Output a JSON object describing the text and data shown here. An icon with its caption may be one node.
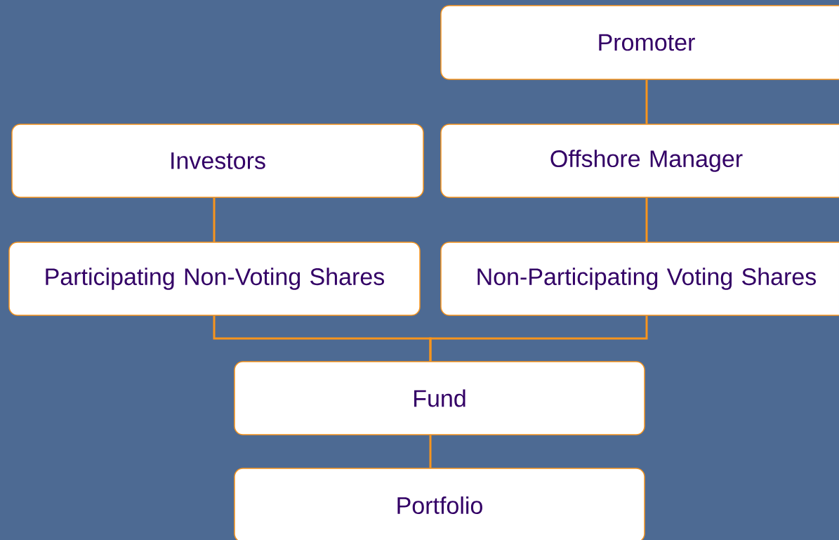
{
  "diagram": {
    "nodes": [
      {
        "text": [
          "Promoter"
        ]
      },
      {
        "text": [
          "Investors"
        ]
      },
      {
        "text": [
          "Offshore Manager"
        ]
      },
      {
        "text": [
          "Participating Non-Voting Shares"
        ]
      },
      {
        "text": [
          "Non-Participating Voting Shares"
        ]
      },
      {
        "text": [
          "Fund"
        ]
      },
      {
        "text": [
          "Portfolio"
        ]
      }
    ],
    "edges": [
      {
        "from": 0,
        "to": 2,
        "arrow": "none"
      },
      {
        "from": 1,
        "to": 3,
        "arrow": "none"
      },
      {
        "from": 2,
        "to": 4,
        "arrow": "none"
      },
      {
        "from": 3,
        "to": 5,
        "arrow": "none"
      },
      {
        "from": 4,
        "to": 5,
        "arrow": "none"
      },
      {
        "from": 5,
        "to": 6,
        "arrow": "none"
      }
    ]
  }
}
